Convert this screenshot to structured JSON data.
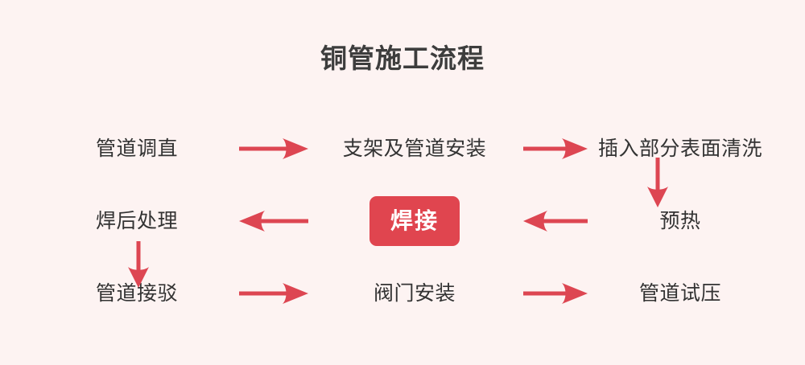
{
  "title": "铜管施工流程",
  "colors": {
    "background": "#fdf3f2",
    "accent": "#e0454f",
    "arrow": "#dd4652",
    "title_text": "#3d3d3d",
    "node_text": "#333333",
    "highlight_text": "#ffffff"
  },
  "flow": {
    "row1": {
      "node1": "管道调直",
      "arrow1": "arrow-right",
      "node2": "支架及管道安装",
      "arrow2": "arrow-right",
      "node3": "插入部分表面清洗"
    },
    "connector_right": "arrow-down",
    "row2": {
      "node1": "焊后处理",
      "arrow1": "arrow-left",
      "node2": "焊接",
      "arrow2": "arrow-left",
      "node3": "预热"
    },
    "connector_left": "arrow-down",
    "row3": {
      "node1": "管道接驳",
      "arrow1": "arrow-right",
      "node2": "阀门安装",
      "arrow2": "arrow-right",
      "node3": "管道试压"
    }
  },
  "sequence": [
    "管道调直",
    "支架及管道安装",
    "插入部分表面清洗",
    "预热",
    "焊接",
    "焊后处理",
    "管道接驳",
    "阀门安装",
    "管道试压"
  ]
}
